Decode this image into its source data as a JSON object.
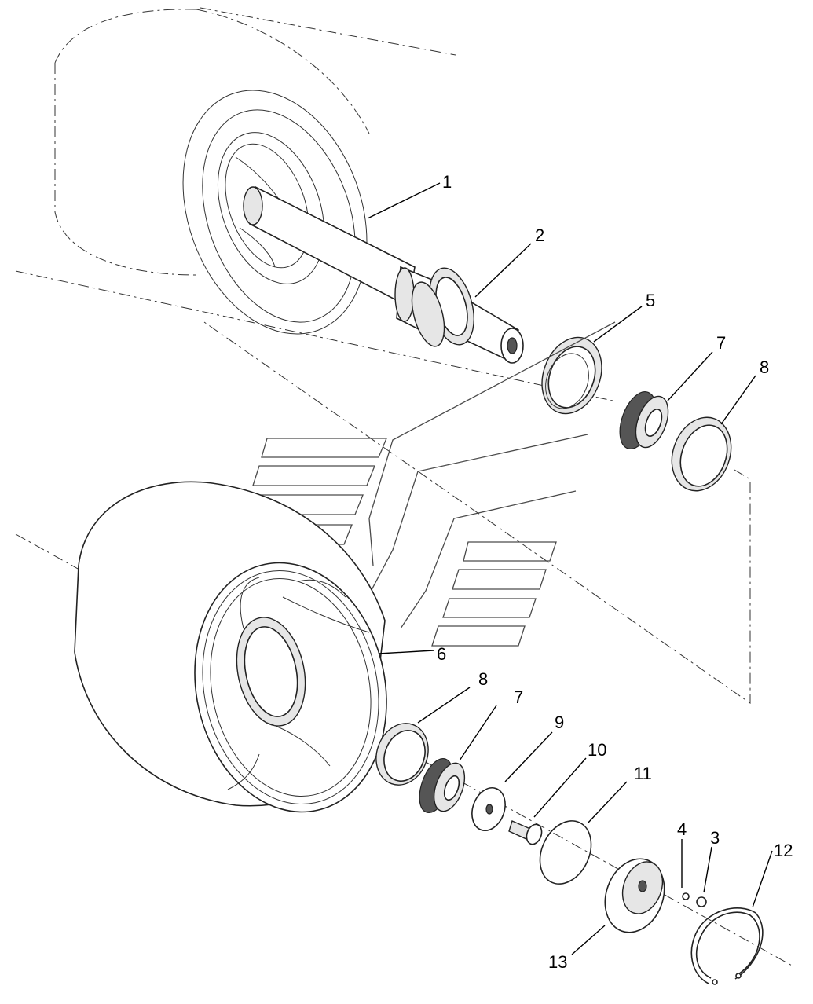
{
  "callouts": [
    {
      "id": "c1",
      "label": "1"
    },
    {
      "id": "c2",
      "label": "2"
    },
    {
      "id": "c5",
      "label": "5"
    },
    {
      "id": "c7a",
      "label": "7"
    },
    {
      "id": "c8a",
      "label": "8"
    },
    {
      "id": "c6",
      "label": "6"
    },
    {
      "id": "c8b",
      "label": "8"
    },
    {
      "id": "c7b",
      "label": "7"
    },
    {
      "id": "c9",
      "label": "9"
    },
    {
      "id": "c10",
      "label": "10"
    },
    {
      "id": "c11",
      "label": "11"
    },
    {
      "id": "c4",
      "label": "4"
    },
    {
      "id": "c3",
      "label": "3"
    },
    {
      "id": "c12",
      "label": "12"
    },
    {
      "id": "c13",
      "label": "13"
    }
  ]
}
